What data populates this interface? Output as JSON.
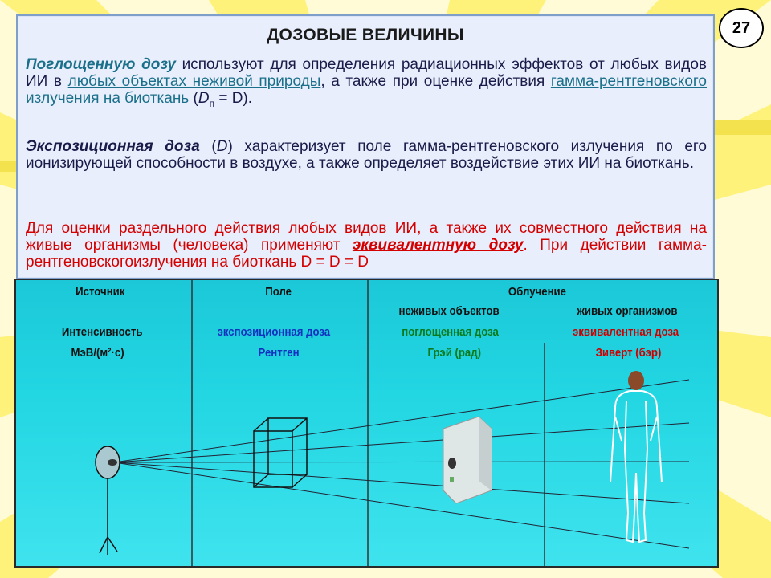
{
  "slide": {
    "page_number": "27"
  },
  "header": {
    "title": "ДОЗОВЫЕ ВЕЛИЧИНЫ"
  },
  "para1": {
    "term": "Поглощенную дозу",
    "t1": " используют для определения радиационных эффектов от любых видов ИИ в ",
    "link1": "любых объектах неживой природы",
    "t2": ", а также при оценке действия ",
    "link2": "гамма-рентгеновского излучения на биоткань",
    "t3": " (",
    "formula_d": "D",
    "formula_sub": "п",
    "formula_rest": " = D)."
  },
  "para2": {
    "term": "Экспозиционная доза",
    "t1": " (",
    "sym": "D",
    "t2": ") характеризует поле гамма-рентгеновского излучения по его ионизирующей способности в воздухе, а также определяет воздействие этих ИИ на биоткань."
  },
  "para3": {
    "t1": "Для оценки раздельного действия любых видов ИИ, а также их совместного действия на живые организмы (человека) применяют ",
    "term": "эквивалентную дозу",
    "t2": ". При действии гамма-рентгеновскогоизлучения на биоткань D",
    "t3": " = D",
    "t4": " = D"
  },
  "diagram": {
    "col_source": "Источник",
    "col_field": "Поле",
    "col_irradiation": "Облучение",
    "sub_nonliving": "неживых объектов",
    "sub_living": "живых организмов",
    "intensity": "Интенсивность",
    "intensity_unit": "МэВ/(м²·с)",
    "exposure_dose": "экспозиционная доза",
    "exposure_unit": "Рентген",
    "absorbed_dose": "поглощенная доза",
    "absorbed_unit": "Грэй (рад)",
    "equivalent_dose": "эквивалентная доза",
    "equivalent_unit": "Зиверт (бэр)"
  }
}
